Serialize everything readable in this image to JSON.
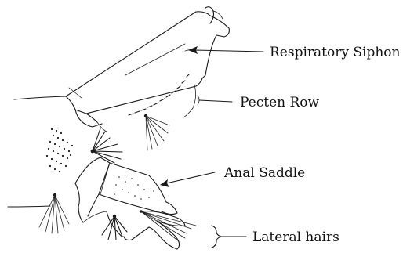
{
  "labels": {
    "siphon": "Respiratory Siphon",
    "pecten": "Pecten Row",
    "saddle": "Anal Saddle",
    "lateral": "Lateral hairs"
  }
}
